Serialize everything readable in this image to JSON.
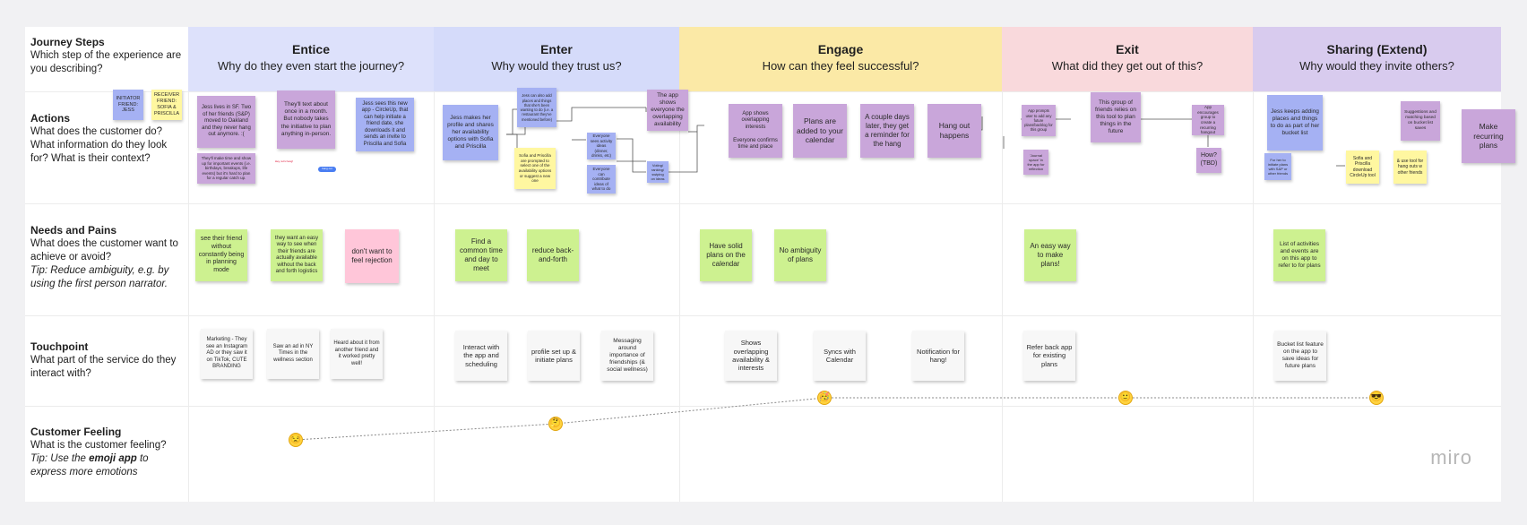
{
  "rows": {
    "journey": {
      "title": "Journey Steps",
      "desc": "Which step of the experience are you describing?"
    },
    "actions": {
      "title": "Actions",
      "desc": "What does the customer do? What information do they look for? What is their context?"
    },
    "needs": {
      "title": "Needs and Pains",
      "desc": "What does the customer want to achieve or avoid?",
      "tip": "Tip: Reduce ambiguity, e.g. by using the first person narrator."
    },
    "touch": {
      "title": "Touchpoint",
      "desc": "What part of the service do they interact with?"
    },
    "feeling": {
      "title": "Customer Feeling",
      "desc": "What is the customer feeling?",
      "tip_pre": "Tip: Use the ",
      "tip_bold": "emoji app",
      "tip_post": " to express more emotions"
    }
  },
  "columns": [
    {
      "name": "Entice",
      "question": "Why do they even start the journey?",
      "color": "#dde1fb"
    },
    {
      "name": "Enter",
      "question": "Why would they trust us?",
      "color": "#d5dbfa"
    },
    {
      "name": "Engage",
      "question": "How can they feel successful?",
      "color": "#fbe9a6"
    },
    {
      "name": "Exit",
      "question": "What did they get out of this?",
      "color": "#f9d9dc"
    },
    {
      "name": "Sharing (Extend)",
      "question": "Why would they invite others?",
      "color": "#d8cbee"
    }
  ],
  "legend": {
    "initiator": "INITIATOR FRIEND: JESS",
    "receiver": "RECEIVER FRIEND: SOFIA & PRISCILLA"
  },
  "actions": {
    "entice": [
      "Jess lives in SF. Two of her friends (S&P) moved to Oakland and they never hang out anymore. :(",
      "They'll text about once in a month. But nobody takes the initiative to plan anything in-person.",
      "Jess sees this new app - CircleUp, that can help initiate a friend date, she downloads it and sends an invite to Priscilla and Sofia",
      "They'll make time and show up for important events (i.e. birthdays, breakups, life events) but it's hard to plan for a regular catch up."
    ],
    "enter": [
      "Jess makes her profile and shares her availability options with Sofia and Priscilla",
      "Jess can also add places and things that she's been wanting to do (i.e. a restaurant they've mentioned before)",
      "Sofia and Priscilla are prompted to select one of the availability options or suggest a new one",
      "The app shows everyone the overlapping availability",
      "Everyone sees activity ideas (dinner, drinks, etc)",
      "Everyone can contribute ideas of what to do",
      "Voting/ ranking/ swiping on ideas"
    ],
    "engage": [
      "App shows overlapping interests\n\nEveryone confirms time and place",
      "Plans are added to your calendar",
      "A couple days later, they get a reminder for the hang",
      "Hang out happens"
    ],
    "exit": [
      "App prompts user to add any future plans/backlog for this group",
      "'Journal space' in the app for reflection",
      "This group of friends relies on this tool to plan things in the future",
      "App encourages group to create a recurring hangout",
      "How? (TBD)"
    ],
    "sharing": [
      "Jess keeps adding places and things to do as part of her bucket list",
      "For her to initiate plans with S&P or other friends",
      "Sofia and Priscilla download CircleUp tool",
      "& use tool for hang outs w other friends",
      "Suggestions and matching based on bucket list saves",
      "Make recurring plans"
    ]
  },
  "needs": [
    "see their friend without constantly being in planning mode",
    "they want an easy way to see when their friends are actually available without the back and forth logistics",
    "don't want to feel rejection",
    "Find a common time and day to meet",
    "reduce back-and-forth",
    "Have solid plans on the calendar",
    "No ambiguity of plans",
    "An easy way to make plans!",
    "List of activities and events are on this app to refer to for plans"
  ],
  "touchpoints": [
    "Marketing - They see an Instagram AD or they saw it on TikTok, CUTE BRANDING",
    "Saw an ad in NY Times in the wellness section",
    "Heard about it from another friend and it worked pretty well!",
    "Interact with the app and scheduling",
    "profile set up & initiate plans",
    "Messaging around importance of friendships (& social wellness)",
    "Shows overlapping availability & interests",
    "Syncs with Calendar",
    "Notification for hang!",
    "Refer back app for existing plans",
    "Bucket list feature on the app to save ideas for future plans"
  ],
  "misc": {
    "tiny_tag": "Hey, let's hang!",
    "tiny_chip": "hang out"
  },
  "feeling": {
    "emojis": [
      "😒",
      "🤔",
      "🥳",
      "🙂",
      "😎"
    ],
    "line_color": "#8a8a8a"
  },
  "logo": "miro"
}
